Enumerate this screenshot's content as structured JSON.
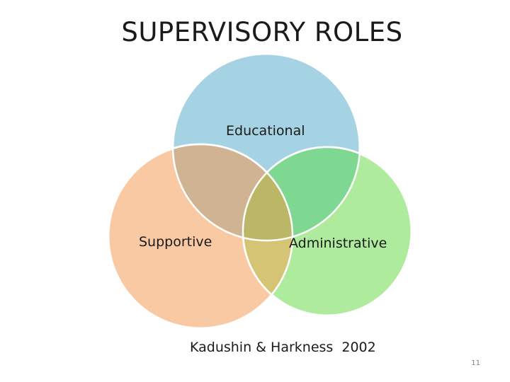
{
  "slide": {
    "title": "SUPERVISORY ROLES",
    "citation": "Kadushin & Harkness  2002",
    "page_number": "11"
  },
  "diagram": {
    "type": "venn",
    "sets": [
      {
        "label": "Educational",
        "color": "#a5d3e3"
      },
      {
        "label": "Supportive",
        "color": "#f8c9a2"
      },
      {
        "label": "Administrative",
        "color": "#aeeb9c"
      }
    ],
    "overlap_colors": {
      "educational_supportive": "#d0b393",
      "educational_administrative": "#7fd891",
      "supportive_administrative": "#d6c475",
      "all_three": "#bcb766"
    }
  }
}
